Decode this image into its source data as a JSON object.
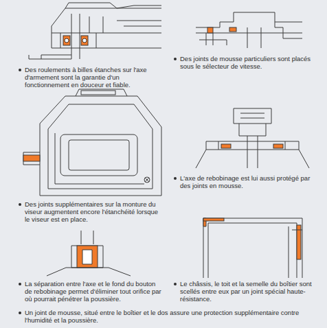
{
  "diagram": {
    "labels": [
      "Des roulements à billes étanches sur l'axe d'armement sont la garantie d'un fonctionnement en douceur et fiable.",
      "Des joints de mousse particuliers sont placés sous le sélecteur de vitesse.",
      "Des joints supplémentaires sur la monture du viseur augmentent encore l'étanchéité lorsque le viseur est en place.",
      "L'axe de rebobinage est lui aussi protégé par des joints en mousse.",
      "La séparation entre l'axe et le fond du bouton de rebobinage permet d'éliminer tout orifice par où pourrait pénétrer la poussière.",
      "Le châssis, le toit et la semelle du boîtier sont scellés entre eux par un joint spécial haute-résistance.",
      "Un joint de mousse, situé entre le boîtier et le dos assure une protection supplémentaire contre l'humidité et la poussière."
    ]
  }
}
